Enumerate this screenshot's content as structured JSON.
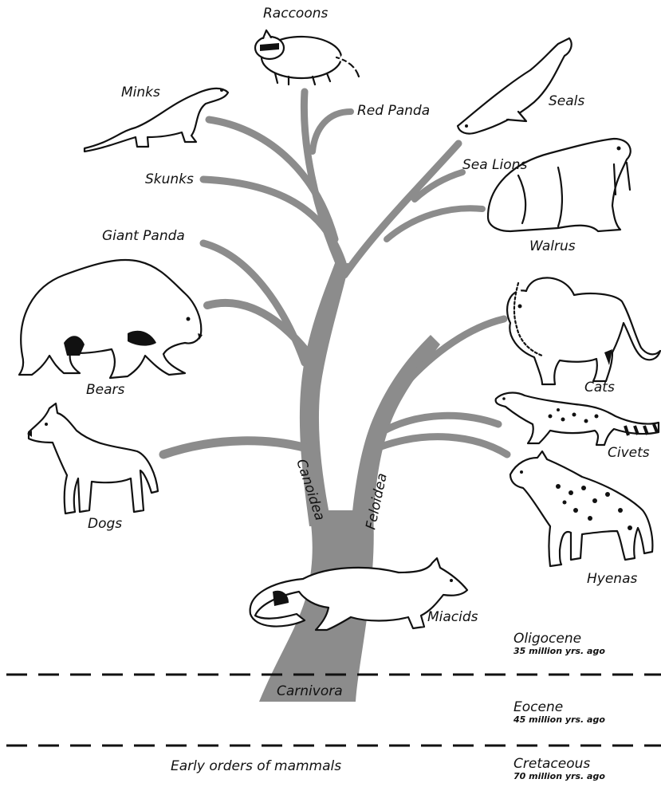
{
  "taxa": {
    "raccoons": "Raccoons",
    "red_panda": "Red Panda",
    "minks": "Minks",
    "seals": "Seals",
    "skunks": "Skunks",
    "sea_lions": "Sea Lions",
    "giant_panda": "Giant Panda",
    "walrus": "Walrus",
    "bears": "Bears",
    "cats": "Cats",
    "dogs": "Dogs",
    "civets": "Civets",
    "hyenas": "Hyenas",
    "miacids": "Miacids"
  },
  "clades": {
    "canoidea": "Canoidea",
    "feloidea": "Feloidea",
    "carnivora": "Carnivora"
  },
  "eras": {
    "oligocene": {
      "name": "Oligocene",
      "age": "35 million yrs. ago"
    },
    "eocene": {
      "name": "Eocene",
      "age": "45 million yrs. ago"
    },
    "cretaceous": {
      "name": "Cretaceous",
      "age": "70 million yrs. ago"
    }
  },
  "base_label": "Early orders of mammals",
  "colors": {
    "tree": "#8c8c8c",
    "ink": "#111111",
    "background": "#ffffff"
  }
}
